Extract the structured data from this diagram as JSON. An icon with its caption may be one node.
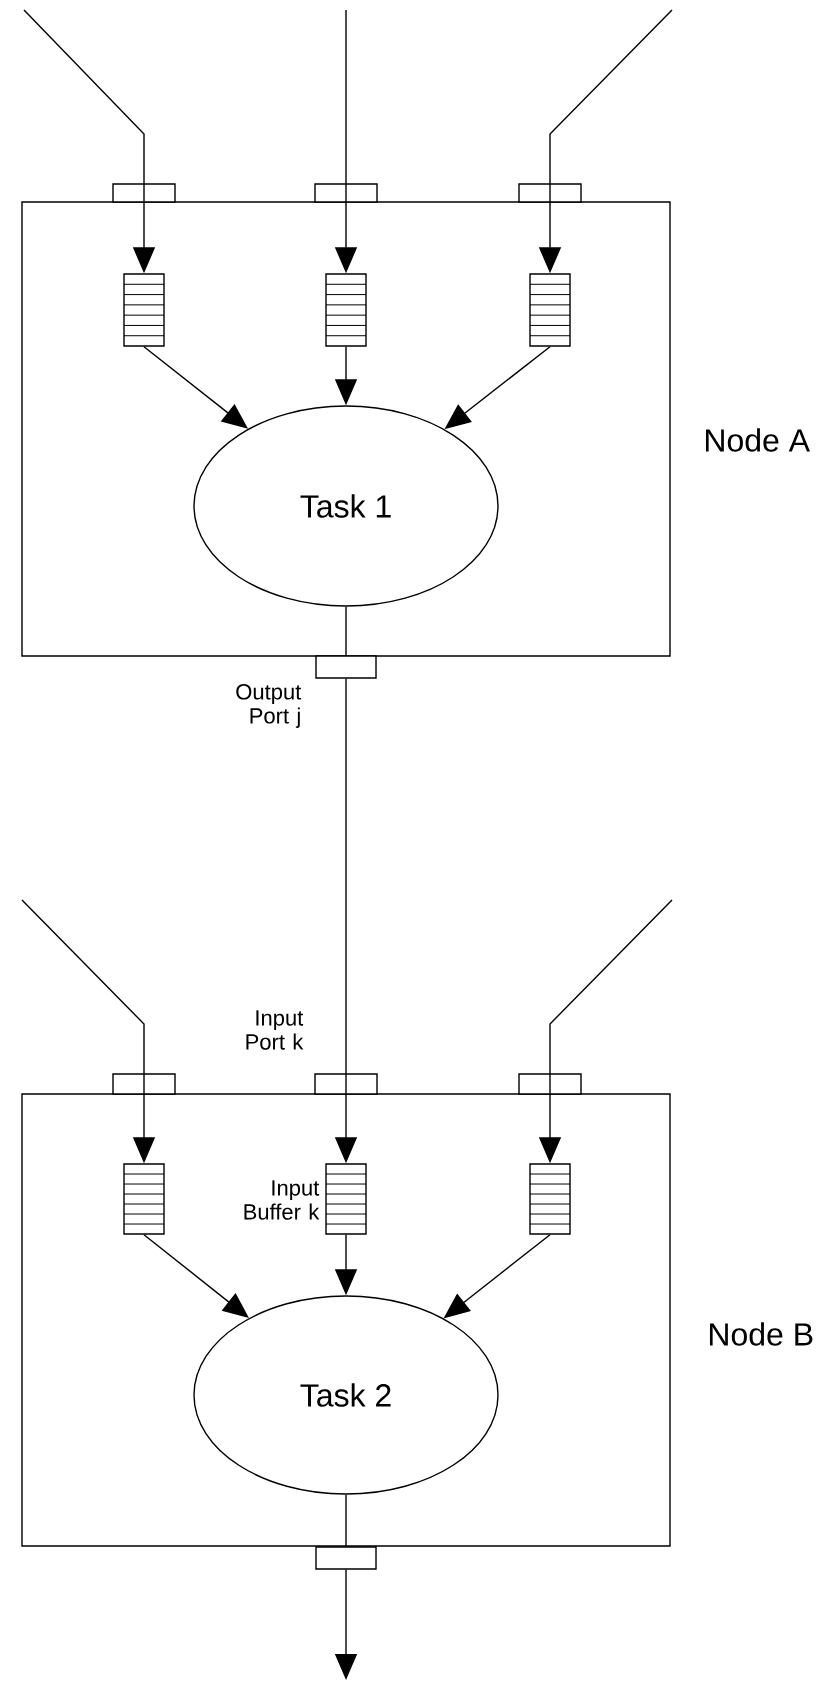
{
  "diagram": {
    "nodes": [
      {
        "text": [
          "Node A"
        ]
      },
      {
        "text": [],
        "shape": "box"
      },
      {
        "text": [],
        "shape": "box"
      },
      {
        "text": [],
        "shape": "box"
      },
      {
        "text": [],
        "shape": "box",
        "in": 0
      },
      {
        "text": [],
        "shape": "box",
        "in": 0
      },
      {
        "text": [],
        "shape": "box",
        "in": 0
      },
      {
        "text": [
          "Task 1"
        ],
        "in": 0
      },
      {
        "text": [],
        "shape": "box",
        "beside": [
          "Output Port j"
        ]
      },
      {
        "text": [
          "Node B"
        ]
      },
      {
        "text": [],
        "shape": "box"
      },
      {
        "text": [],
        "shape": "box",
        "beside": [
          "Input Port k"
        ]
      },
      {
        "text": [],
        "shape": "box"
      },
      {
        "text": [],
        "shape": "box",
        "in": 9
      },
      {
        "text": [],
        "shape": "box",
        "in": 9,
        "beside": [
          "Input Buffer k"
        ]
      },
      {
        "text": [],
        "shape": "box",
        "in": 9
      },
      {
        "text": [
          "Task 2"
        ],
        "in": 9
      },
      {
        "text": [],
        "shape": "box"
      }
    ],
    "edges": [
      {
        "from": null,
        "to": 1,
        "arrow": "none"
      },
      {
        "from": 1,
        "to": 4,
        "arrow": "to"
      },
      {
        "from": null,
        "to": 2,
        "arrow": "none"
      },
      {
        "from": 2,
        "to": 5,
        "arrow": "to"
      },
      {
        "from": null,
        "to": 3,
        "arrow": "none"
      },
      {
        "from": 3,
        "to": 6,
        "arrow": "to"
      },
      {
        "from": 4,
        "to": 7,
        "arrow": "to"
      },
      {
        "from": 5,
        "to": 7,
        "arrow": "to"
      },
      {
        "from": 6,
        "to": 7,
        "arrow": "to"
      },
      {
        "from": 7,
        "to": 8,
        "arrow": "none"
      },
      {
        "from": 8,
        "to": 11,
        "arrow": "none"
      },
      {
        "from": null,
        "to": 10,
        "arrow": "none"
      },
      {
        "from": 10,
        "to": 13,
        "arrow": "to"
      },
      {
        "from": 11,
        "to": 14,
        "arrow": "to"
      },
      {
        "from": null,
        "to": 12,
        "arrow": "none"
      },
      {
        "from": 12,
        "to": 15,
        "arrow": "to"
      },
      {
        "from": 13,
        "to": 16,
        "arrow": "to"
      },
      {
        "from": 14,
        "to": 16,
        "arrow": "to"
      },
      {
        "from": 15,
        "to": 16,
        "arrow": "to"
      },
      {
        "from": 16,
        "to": 17,
        "arrow": "none"
      },
      {
        "from": 17,
        "to": null,
        "arrow": "to"
      }
    ]
  }
}
